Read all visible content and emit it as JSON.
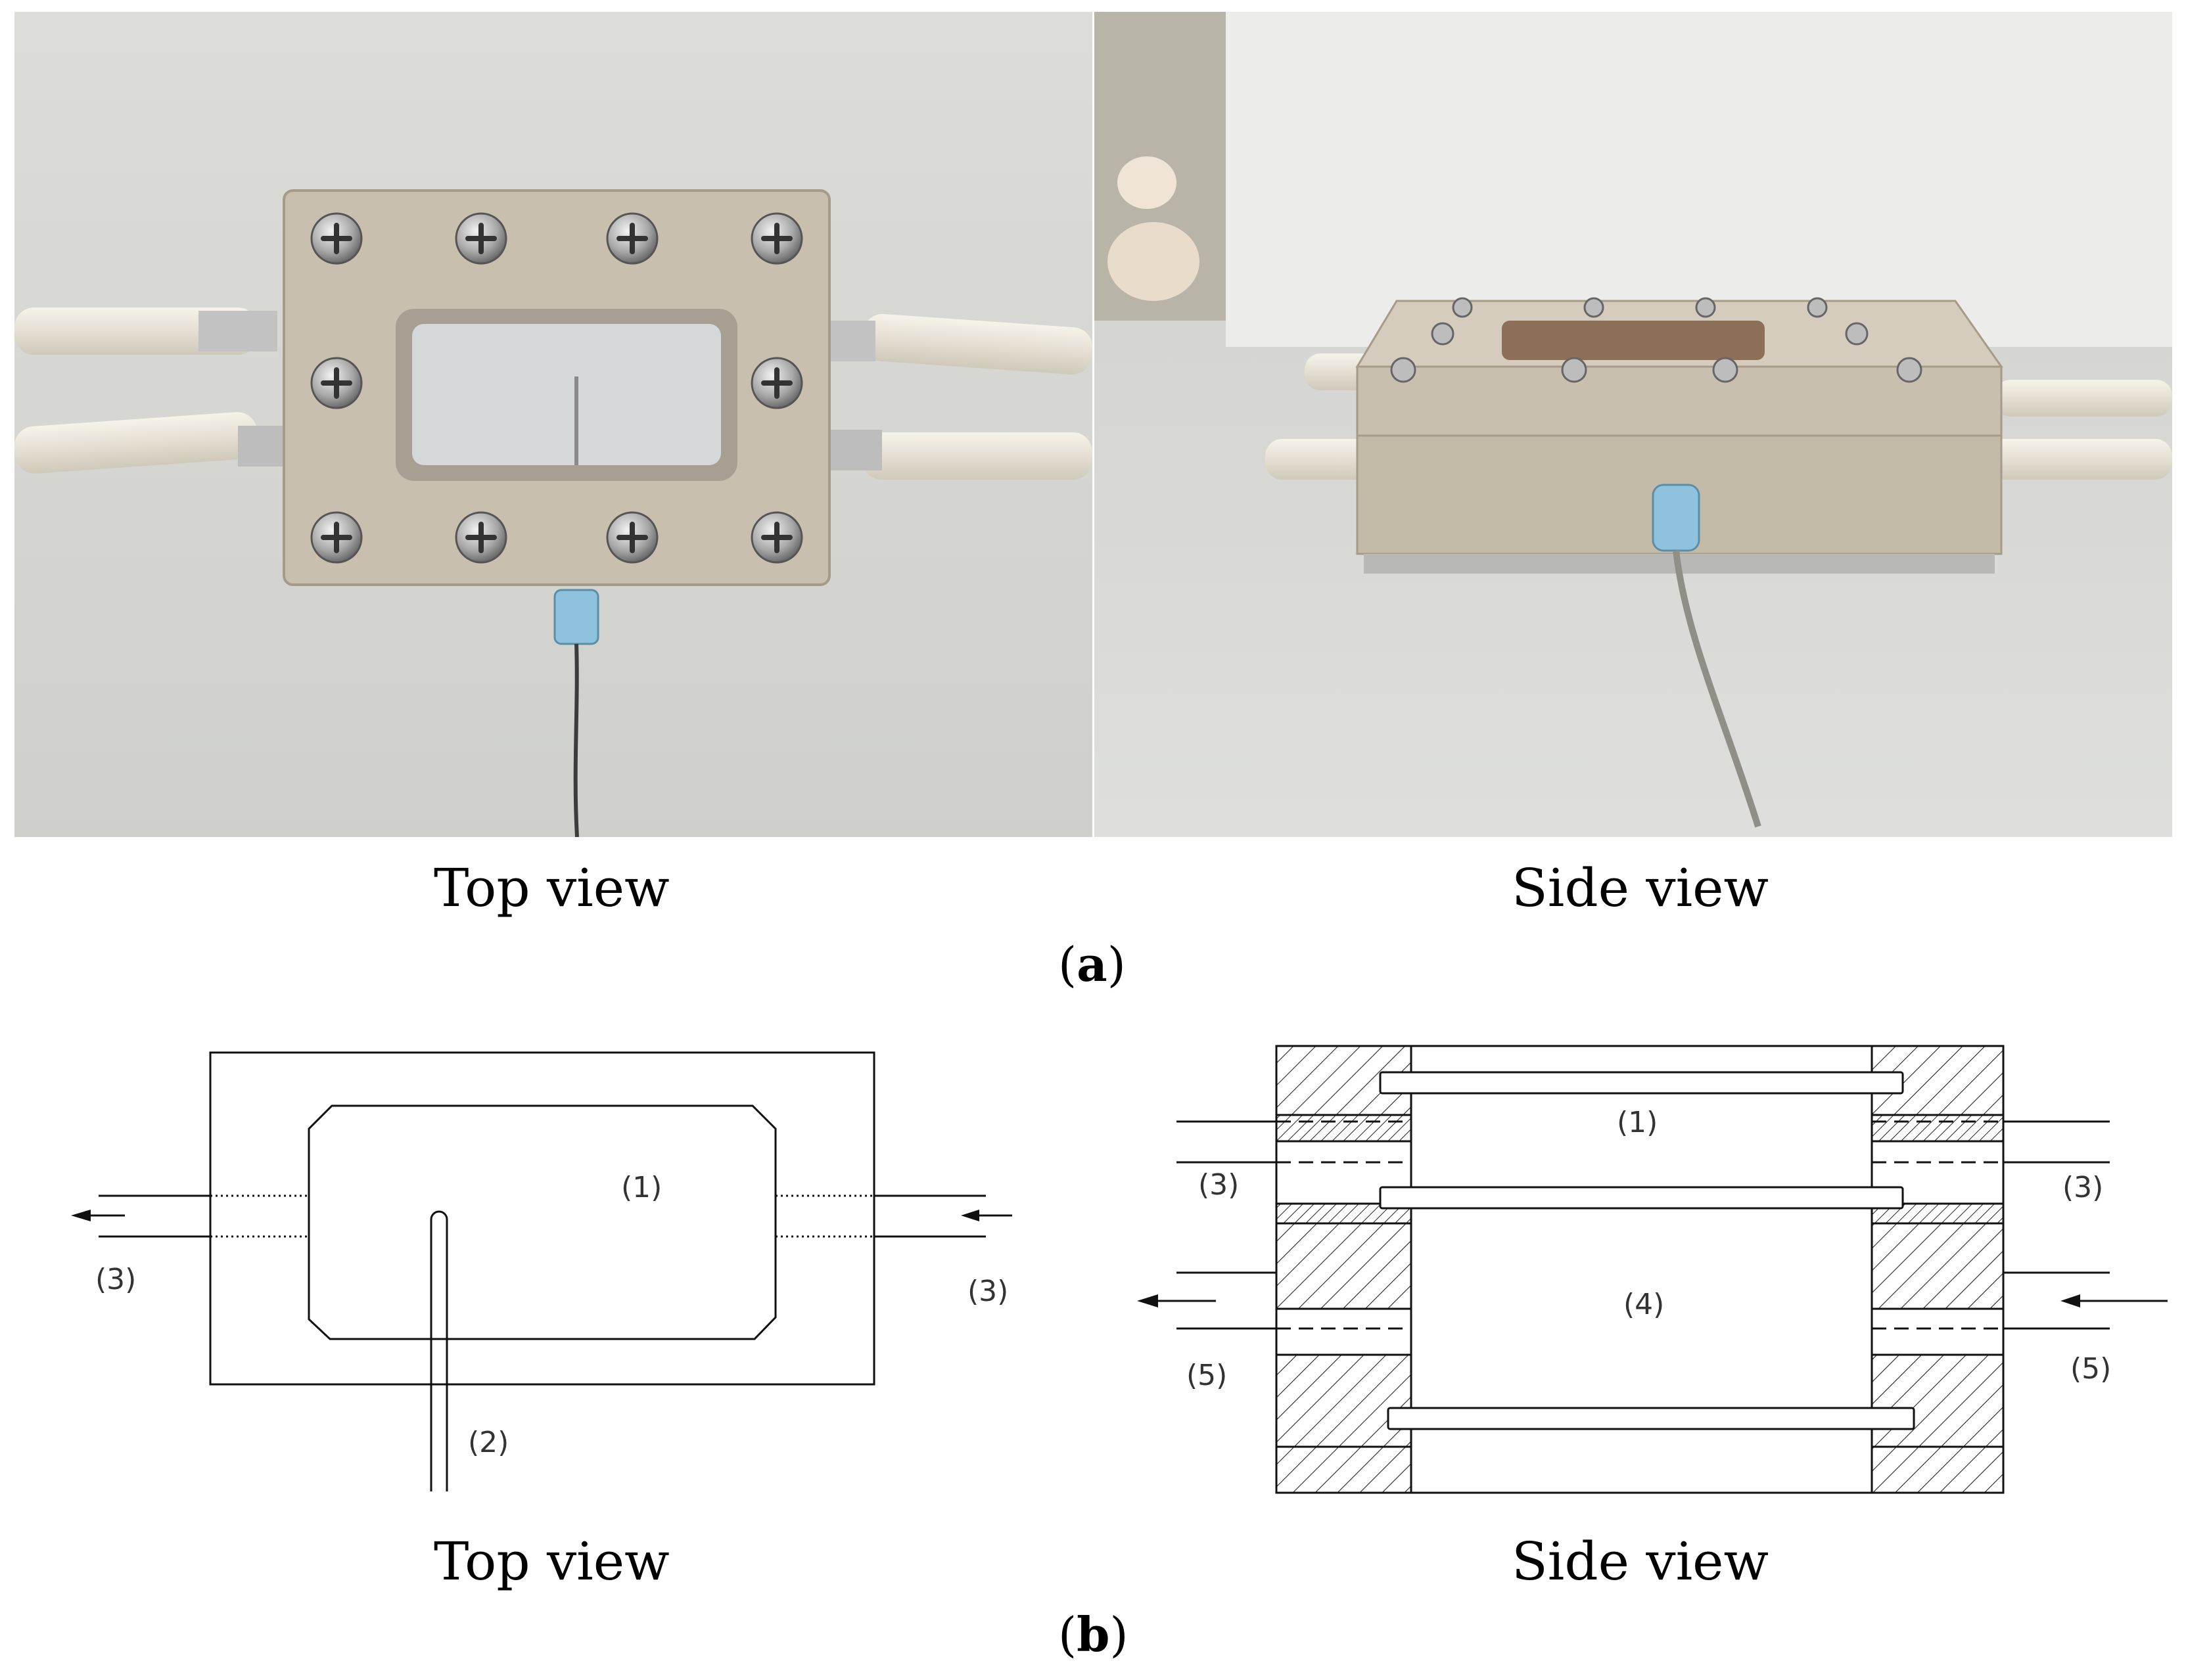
{
  "panel_a": {
    "label_open": "(",
    "label_letter": "a",
    "label_close": ")",
    "photo_left_caption": "Top view",
    "photo_right_caption": "Side view"
  },
  "panel_b": {
    "label_open": "(",
    "label_letter": "b",
    "label_close": ")",
    "top_view": {
      "caption": "Top view",
      "labels": {
        "chamber": "(1)",
        "probe": "(2)",
        "port_left": "(3)",
        "port_right": "(3)"
      }
    },
    "side_view": {
      "caption": "Side view",
      "labels": {
        "upper_chamber": "(1)",
        "lower_chamber": "(4)",
        "upper_port_left": "(3)",
        "upper_port_right": "(3)",
        "lower_port_left": "(5)",
        "lower_port_right": "(5)"
      }
    }
  },
  "colors": {
    "cell_body": "#c9bfae",
    "tubing": "#ece7dc",
    "fitting_blue": "#8fc3dd",
    "screw": "#b9b9b9",
    "line": "#111111"
  }
}
